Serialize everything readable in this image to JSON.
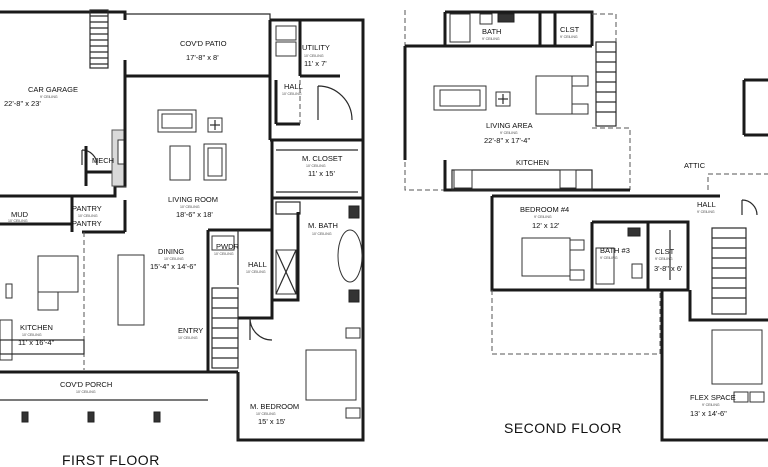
{
  "rooms": {
    "garage": {
      "name": "CAR GARAGE",
      "ceiling": "9' CEILING",
      "dims": "22'-8\" x 23'"
    },
    "patio": {
      "name": "COV'D PATIO",
      "ceiling": "",
      "dims": "17'-8\" x 8'"
    },
    "utility": {
      "name": "UTILITY",
      "ceiling": "10' CEILING",
      "dims": "11' x 7'"
    },
    "hall1": {
      "name": "HALL",
      "ceiling": "10' CEILING"
    },
    "living": {
      "name": "LIVING ROOM",
      "ceiling": "10' CEILING",
      "dims": "18'-6\" x 18'"
    },
    "mech": {
      "name": "MECH"
    },
    "mcloset": {
      "name": "M. CLOSET",
      "ceiling": "10' CEILING",
      "dims": "11' x 15'"
    },
    "mud": {
      "name": "MUD",
      "ceiling": "10' CEILING"
    },
    "pantry": {
      "name": "PANTRY",
      "ceiling": "10' CEILING",
      "label2": "PANTRY"
    },
    "mbath": {
      "name": "M. BATH",
      "ceiling": "10' CEILING"
    },
    "dining": {
      "name": "DINING",
      "ceiling": "10' CEILING",
      "dims": "15'-4\" x 14'-6\""
    },
    "pwdr": {
      "name": "PWDR",
      "ceiling": "10' CEILING"
    },
    "hall2": {
      "name": "HALL",
      "ceiling": "10' CEILING"
    },
    "kitchen": {
      "name": "KITCHEN",
      "ceiling": "10' CEILING",
      "dims": "11' x 16'-4\""
    },
    "entry": {
      "name": "ENTRY",
      "ceiling": "10' CEILING"
    },
    "porch": {
      "name": "COV'D PORCH",
      "ceiling": "10' CEILING"
    },
    "mbedroom": {
      "name": "M. BEDROOM",
      "ceiling": "10' CEILING",
      "dims": "15' x 15'"
    },
    "bath": {
      "name": "BATH",
      "ceiling": "9' CEILING"
    },
    "clst": {
      "name": "CLST",
      "ceiling": "9' CEILING"
    },
    "livingarea": {
      "name": "LIVING AREA",
      "ceiling": "9' CEILING",
      "dims": "22'-8\" x 17'-4\""
    },
    "kitchen2": {
      "name": "KITCHEN"
    },
    "attic": {
      "name": "ATTIC"
    },
    "hall3": {
      "name": "HALL",
      "ceiling": "9' CEILING"
    },
    "bedroom4": {
      "name": "BEDROOM #4",
      "ceiling": "9' CEILING",
      "dims": "12' x 12'"
    },
    "bath3": {
      "name": "BATH #3",
      "ceiling": "9' CEILING"
    },
    "clst2": {
      "name": "CLST",
      "ceiling": "9' CEILING",
      "dims": "3'-8\" x 6'"
    },
    "flex": {
      "name": "FLEX SPACE",
      "ceiling": "9' CEILING",
      "dims": "13' x 14'-6\""
    }
  },
  "titles": {
    "first": "FIRST FLOOR",
    "second": "SECOND FLOOR"
  }
}
